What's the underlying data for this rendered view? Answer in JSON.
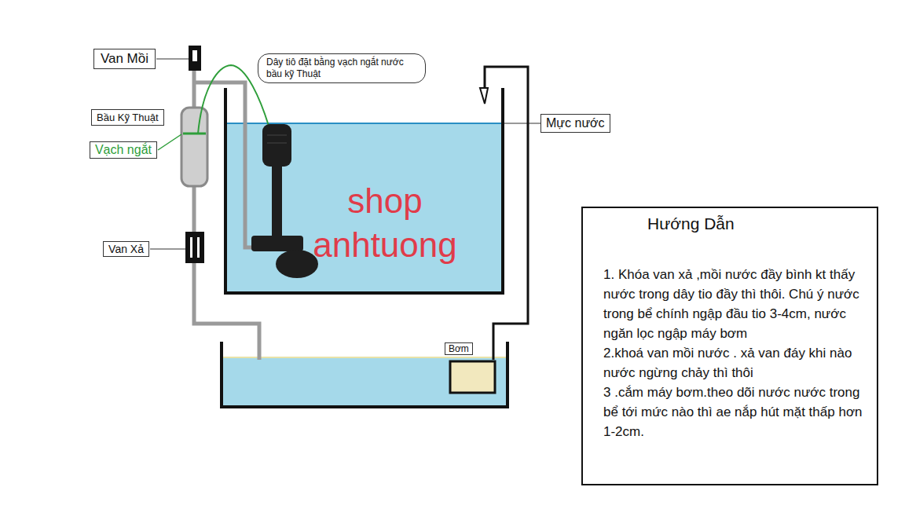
{
  "diagram": {
    "nodes": [
      {
        "text": [
          "Van Mồi"
        ]
      },
      {
        "text": [
          "Dây tiô đặt bằng vạch ngắt nước bầu kỹ Thuật"
        ]
      },
      {
        "text": [
          "Bầu Kỹ Thuật"
        ]
      },
      {
        "text": [
          "Mực nước"
        ]
      },
      {
        "text": [
          "Vạch ngắt"
        ]
      },
      {
        "text": [
          "Hướng Dẫn",
          "1. Khóa van xả ,mồi nước đầy bình kt thấy nước trong dây tio đầy thì thôi. Chú ý nước trong bể chính ngập đầu tio 3-4cm, nước ngăn lọc ngập máy bơm",
          "2.khoá van mồi nước . xả van đáy khi nào nước ngừng chảy thì thôi",
          "3 .cắm máy bơm.theo dõi nước nước trong bể tới mức nào thì ae nắp hút mặt thấp hơn 1-2cm."
        ]
      },
      {
        "text": [
          "Van Xả"
        ]
      },
      {
        "text": [
          "Bơm"
        ]
      }
    ],
    "labels": [
      "shop anhtuong"
    ]
  }
}
